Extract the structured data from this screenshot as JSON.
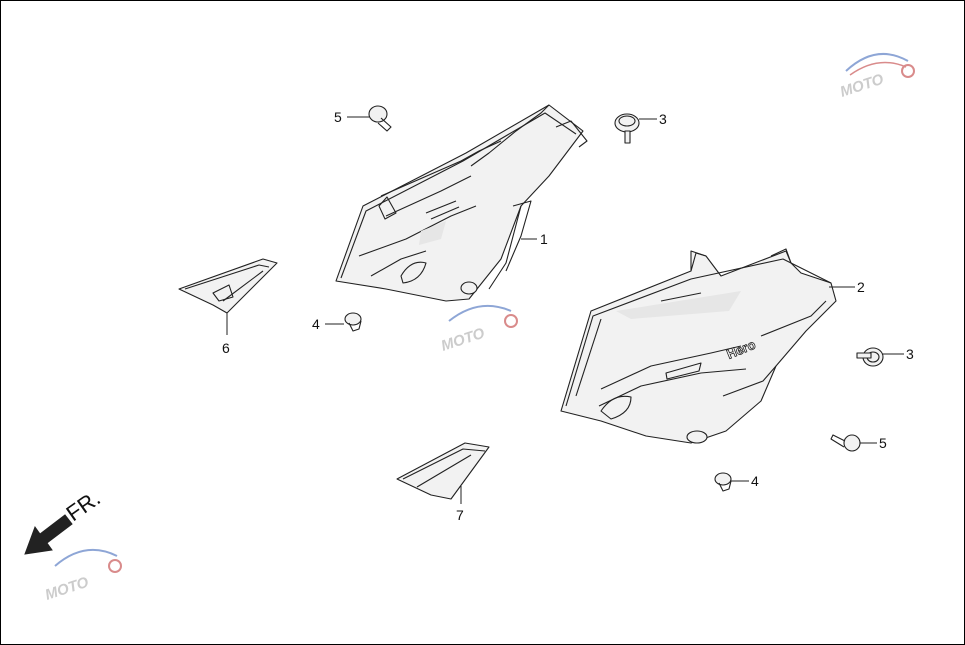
{
  "diagram": {
    "callouts": [
      {
        "id": "c1a",
        "number": "1"
      },
      {
        "id": "c2a",
        "number": "2"
      },
      {
        "id": "c3a",
        "number": "3"
      },
      {
        "id": "c3b",
        "number": "3"
      },
      {
        "id": "c4a",
        "number": "4"
      },
      {
        "id": "c4b",
        "number": "4"
      },
      {
        "id": "c5a",
        "number": "5"
      },
      {
        "id": "c5b",
        "number": "5"
      },
      {
        "id": "c6a",
        "number": "6"
      },
      {
        "id": "c7a",
        "number": "7"
      }
    ],
    "direction_label": "FR.",
    "panel_logo_text": "Hero",
    "watermark": {
      "text": "MOTO"
    },
    "colors": {
      "line": "#222222",
      "watermark_red": "#d98b8b",
      "watermark_blue": "#8ea6d6",
      "watermark_gray": "#c8c8c8"
    }
  }
}
